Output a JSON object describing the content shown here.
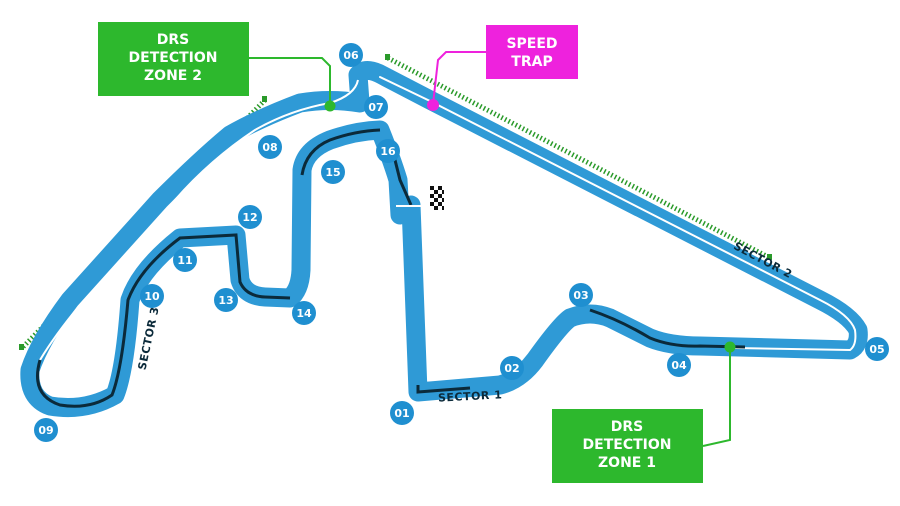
{
  "colors": {
    "track": "#2f9ad6",
    "centerline": "#0b2a3a",
    "corner_badge": "#1f8fd0",
    "drs_zone": "#2db82d",
    "speed_trap": "#ee22dd",
    "kerb": "#2a9a2a"
  },
  "icons": {
    "finish_line": "chequered-flag-icon"
  },
  "corners": [
    {
      "id": "01",
      "label": "01"
    },
    {
      "id": "02",
      "label": "02"
    },
    {
      "id": "03",
      "label": "03"
    },
    {
      "id": "04",
      "label": "04"
    },
    {
      "id": "05",
      "label": "05"
    },
    {
      "id": "06",
      "label": "06"
    },
    {
      "id": "07",
      "label": "07"
    },
    {
      "id": "08",
      "label": "08"
    },
    {
      "id": "09",
      "label": "09"
    },
    {
      "id": "10",
      "label": "10"
    },
    {
      "id": "11",
      "label": "11"
    },
    {
      "id": "12",
      "label": "12"
    },
    {
      "id": "13",
      "label": "13"
    },
    {
      "id": "14",
      "label": "14"
    },
    {
      "id": "15",
      "label": "15"
    },
    {
      "id": "16",
      "label": "16"
    }
  ],
  "sectors": {
    "s1": "SECTOR 1",
    "s2": "SECTOR 2",
    "s3": "SECTOR 3"
  },
  "callouts": {
    "drs2": {
      "line1": "DRS",
      "line2": "DETECTION",
      "line3": "ZONE 2"
    },
    "speed_trap": {
      "line1": "SPEED",
      "line2": "TRAP"
    },
    "drs1": {
      "line1": "DRS",
      "line2": "DETECTION",
      "line3": "ZONE 1"
    }
  }
}
